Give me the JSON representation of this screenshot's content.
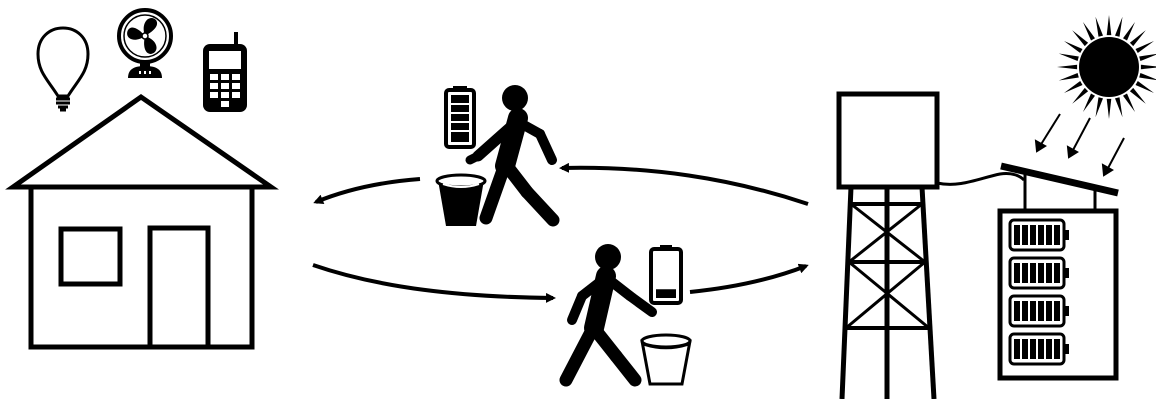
{
  "diagram": {
    "kind": "battery-charging-water-cycle",
    "colors": {
      "stroke": "#000000",
      "background": "#ffffff",
      "fill": "#000000"
    },
    "appliances": [
      "lightbulb-icon",
      "fan-icon",
      "mobile-phone-icon"
    ],
    "household": {
      "icon": "house-icon"
    },
    "station": {
      "icons": [
        "water-tower-icon",
        "solar-panel-icon",
        "sun-icon",
        "battery-rack-icon"
      ],
      "rack_battery_count": 4
    },
    "travelers": [
      {
        "direction": "station-to-house",
        "carries": [
          "full-bucket",
          "charged-battery"
        ],
        "battery_level": 1.0
      },
      {
        "direction": "house-to-station",
        "carries": [
          "empty-bucket",
          "depleted-battery"
        ],
        "battery_level": 0.15
      }
    ]
  }
}
